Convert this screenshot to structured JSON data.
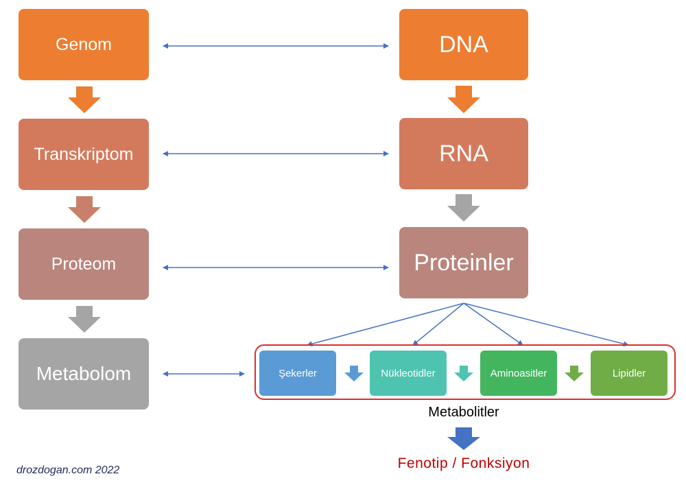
{
  "left_column": {
    "genome": "Genom",
    "transcriptome": "Transkriptom",
    "proteome": "Proteom",
    "metabolome": "Metabolom"
  },
  "right_column": {
    "dna": "DNA",
    "rna": "RNA",
    "proteins": "Proteinler"
  },
  "metabolites": {
    "items": [
      "Şekerler",
      "Nükleotidler",
      "Aminoasitler",
      "Lipidler"
    ],
    "label": "Metabolitler"
  },
  "phenotype": "Fenotip / Fonksiyon",
  "credit": "drozdogan.com 2022",
  "colors": {
    "orange": "#ed7d31",
    "terracotta": "#d47a5c",
    "rose": "#b9857d",
    "gray": "#a5a5a5",
    "blue": "#5b9bd5",
    "teal": "#4ec3b0",
    "green": "#43b55e",
    "olive_green": "#70ad47",
    "red": "#c00000",
    "connector_blue": "#4472c4"
  }
}
